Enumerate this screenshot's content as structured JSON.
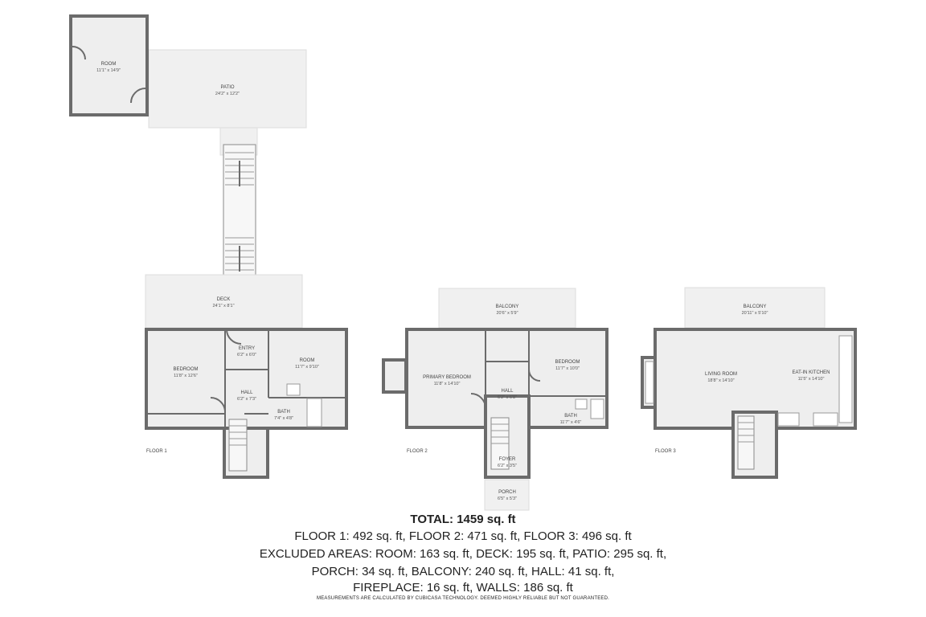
{
  "rooms": {
    "room_top": {
      "name": "ROOM",
      "dim": "11'1\" x 14'9\""
    },
    "patio": {
      "name": "PATIO",
      "dim": "24'2\" x 12'2\""
    },
    "deck": {
      "name": "DECK",
      "dim": "24'1\" x 8'1\""
    },
    "f1_bedroom": {
      "name": "BEDROOM",
      "dim": "11'8\" x 12'6\""
    },
    "f1_entry": {
      "name": "ENTRY",
      "dim": "6'2\" x 6'0\""
    },
    "f1_room": {
      "name": "ROOM",
      "dim": "11'7\" x 9'10\""
    },
    "f1_hall": {
      "name": "HALL",
      "dim": "6'2\" x 7'3\""
    },
    "f1_bath": {
      "name": "BATH",
      "dim": "7'4\" x 4'8\""
    },
    "f2_balcony": {
      "name": "BALCONY",
      "dim": "20'6\" x 5'9\""
    },
    "f2_primary": {
      "name": "PRIMARY BEDROOM",
      "dim": "11'8\" x 14'10\""
    },
    "f2_bedroom": {
      "name": "BEDROOM",
      "dim": "11'7\" x 10'0\""
    },
    "f2_hall": {
      "name": "HALL",
      "dim": "6'2\" x 6'8\""
    },
    "f2_bath": {
      "name": "BATH",
      "dim": "11'7\" x 4'6\""
    },
    "f2_foyer": {
      "name": "FOYER",
      "dim": "6'2\" x 3'5\""
    },
    "f2_porch": {
      "name": "PORCH",
      "dim": "6'5\" x 5'3\""
    },
    "f3_balcony": {
      "name": "BALCONY",
      "dim": "20'11\" x 5'10\""
    },
    "f3_living": {
      "name": "LIVING ROOM",
      "dim": "18'8\" x 14'10\""
    },
    "f3_kitchen": {
      "name": "EAT-IN KITCHEN",
      "dim": "11'5\" x 14'10\""
    }
  },
  "floors": {
    "f1": "FLOOR 1",
    "f2": "FLOOR 2",
    "f3": "FLOOR 3"
  },
  "summary": {
    "total": "TOTAL: 1459 sq. ft",
    "line1": "FLOOR 1: 492 sq. ft, FLOOR 2: 471 sq. ft, FLOOR 3: 496 sq. ft",
    "line2": "EXCLUDED AREAS: ROOM: 163 sq. ft, DECK: 195 sq. ft, PATIO: 295 sq. ft,",
    "line3": "PORCH: 34 sq. ft, BALCONY: 240 sq. ft, HALL: 41 sq. ft,",
    "line4": "FIREPLACE: 16 sq. ft, WALLS: 186 sq. ft",
    "disclaimer": "MEASUREMENTS ARE CALCULATED BY CUBICASA TECHNOLOGY. DEEMED HIGHLY RELIABLE BUT NOT GUARANTEED."
  },
  "colors": {
    "wall": "#6b6b6b",
    "floor": "#eeeeee",
    "outdoor": "#f0f0f0"
  }
}
